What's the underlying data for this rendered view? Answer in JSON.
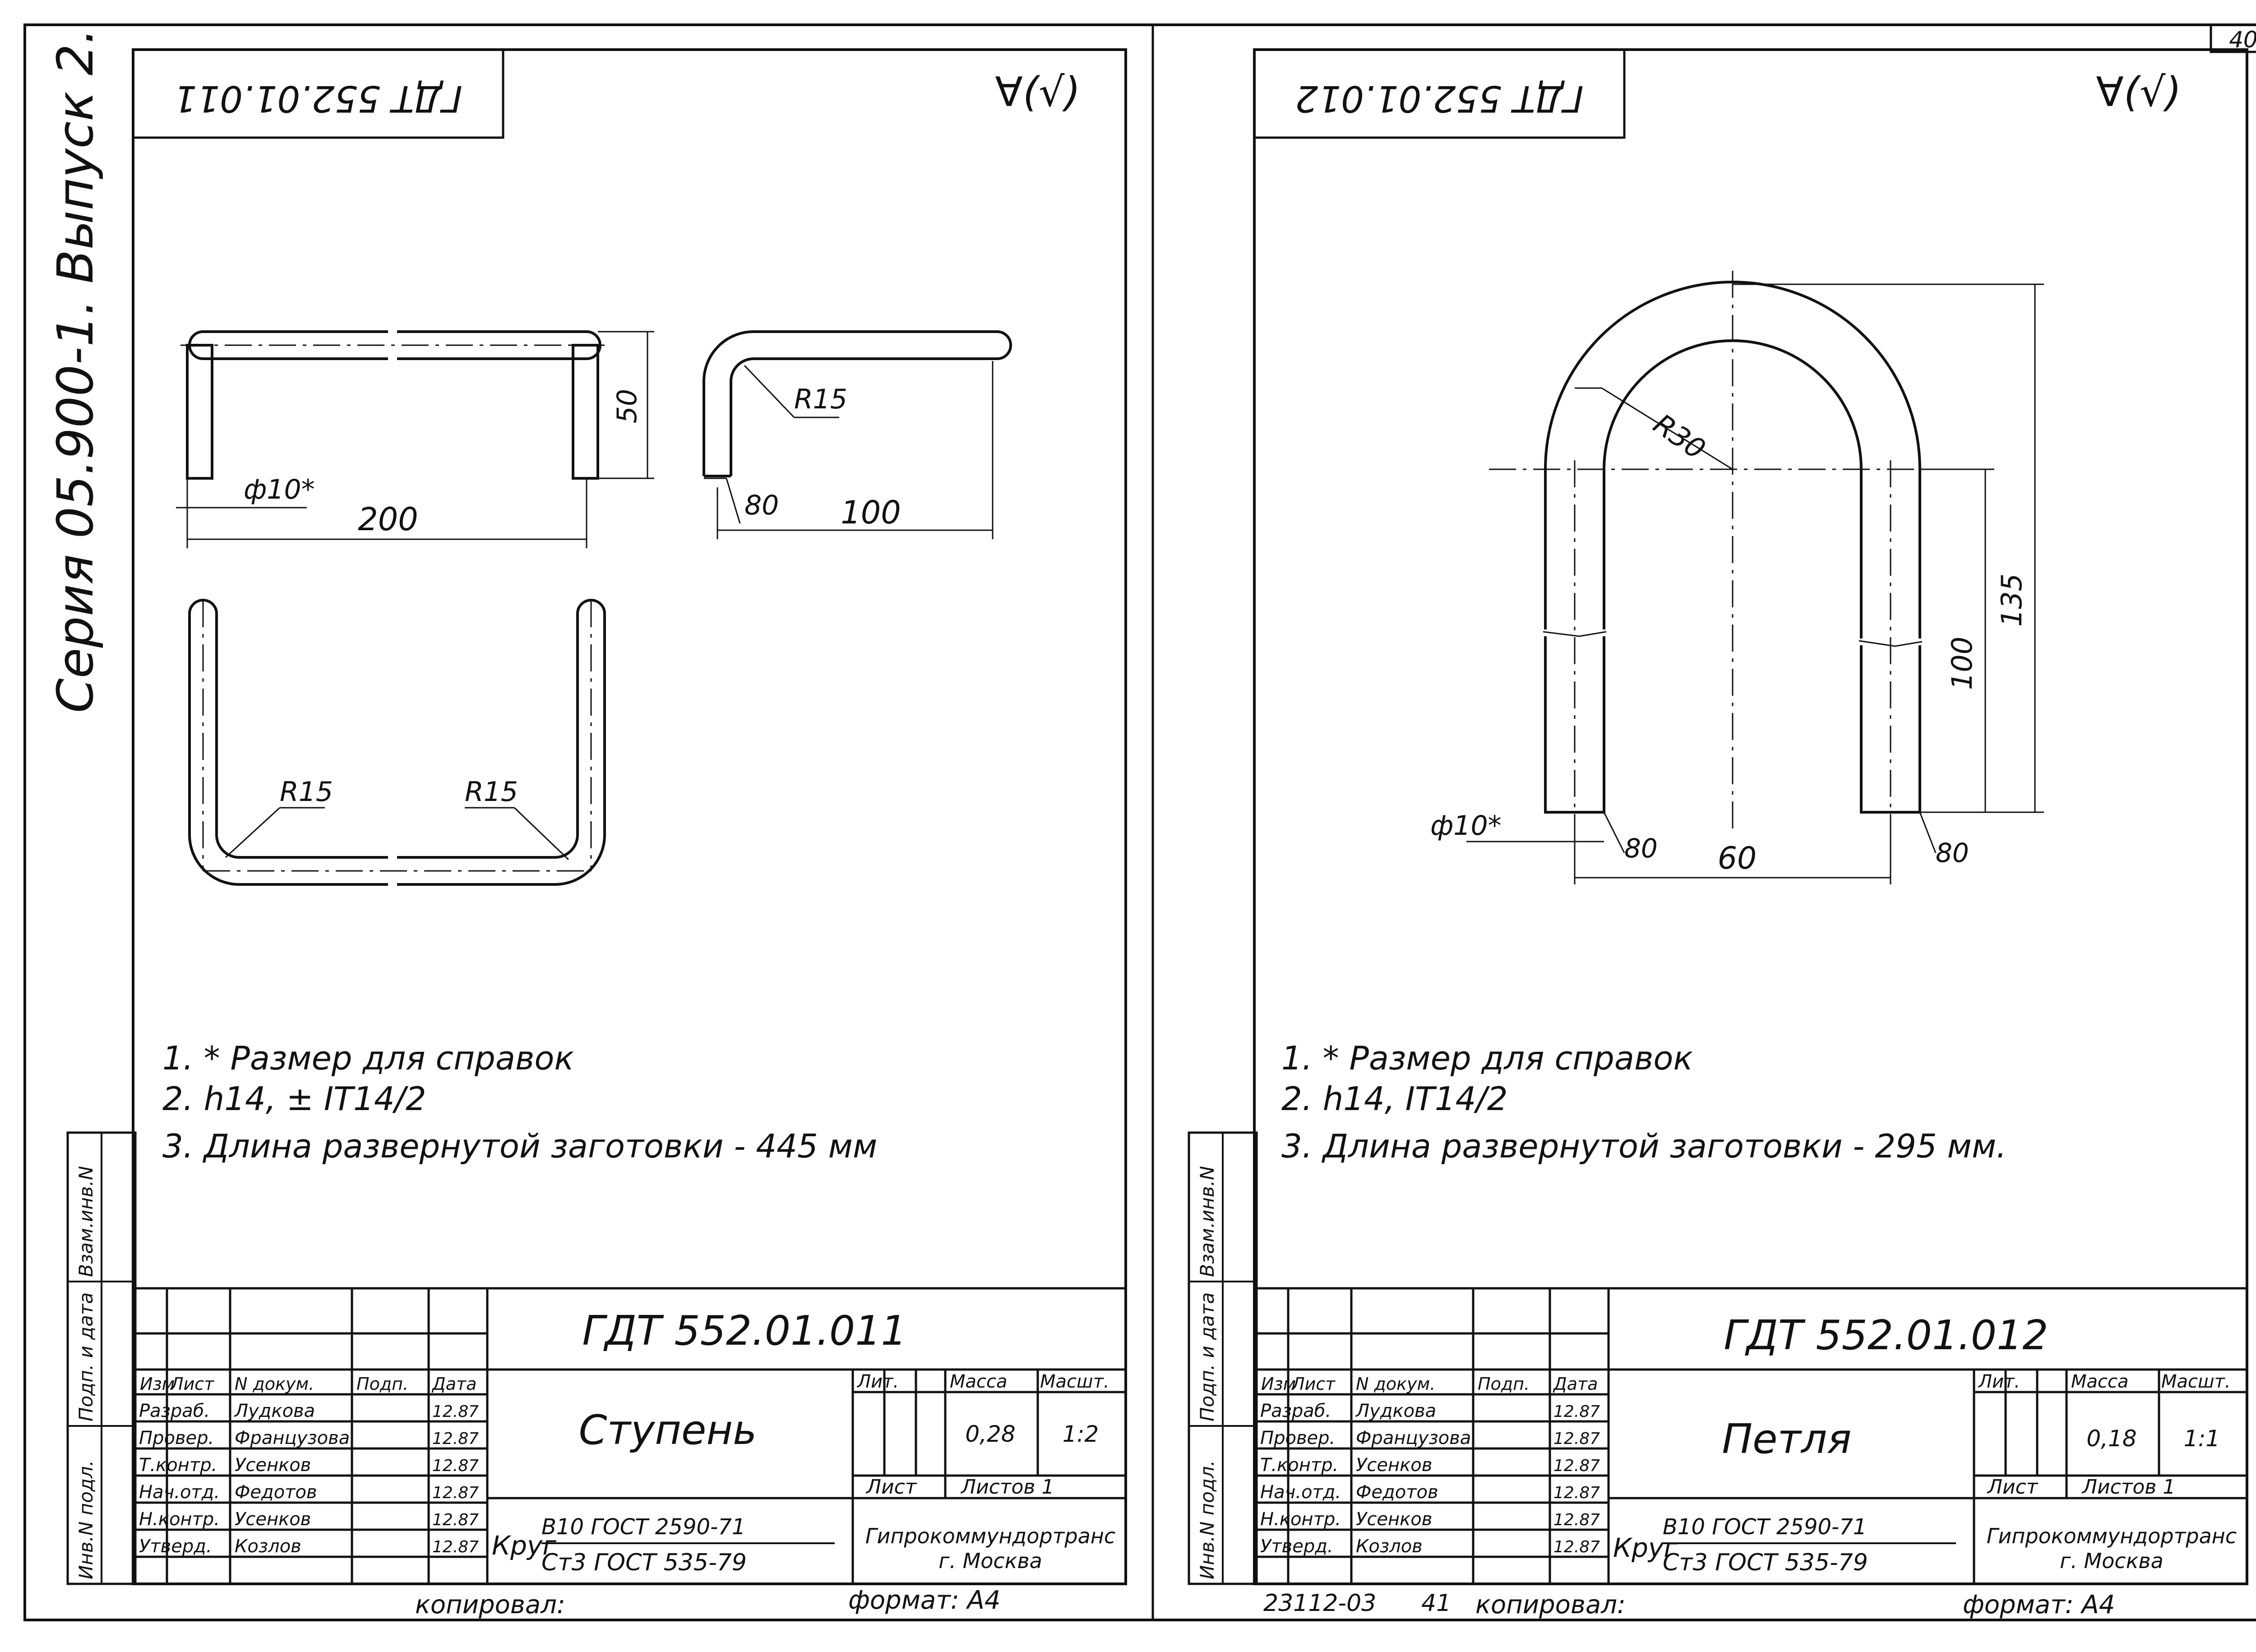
{
  "page_number": "40",
  "series_label": "Серия 05.900-1. Выпуск 2.",
  "copy_text": "копировал:",
  "format_text": "формат: A4",
  "bottom_code": "23112-03",
  "bottom_num": "41",
  "title_block_headers": {
    "izm": "Изм",
    "list": "Лист",
    "ndoc": "N докум.",
    "podp": "Подп.",
    "data": "Дата",
    "lit": "Лит.",
    "massa": "Масса",
    "masht": "Масшт.",
    "list2": "Лист",
    "listov": "Листов 1"
  },
  "roles": [
    "Разраб.",
    "Провер.",
    "Т.контр.",
    "Нач.отд.",
    "Н.контр.",
    "Утверд."
  ],
  "names": [
    "Лудкова",
    "Французова",
    "Усенков",
    "Федотов",
    "Усенков",
    "Козлов"
  ],
  "date_value": "12.87",
  "side_stamp": [
    "Инв.N подл.",
    "Подп. и дата",
    "Взам.инв.N"
  ],
  "org": [
    "Гипрокоммундортранс",
    "г. Москва"
  ],
  "material_prefix": "Круг",
  "sheet1": {
    "mirror_code": "ГДТ 552.01.011",
    "roughness": "∀(√)",
    "code": "ГДТ 552.01.011",
    "name": "Ступень",
    "mass": "0,28",
    "scale": "1:2",
    "material_top": "В10 ГОСТ 2590-71",
    "material_bottom": "Ст3 ГОСТ 535-79",
    "notes": [
      "1. * Размер для справок",
      "2. h14, ± IT14/2",
      "3. Длина развернутой заготовки - 445 мм"
    ],
    "dims": {
      "d50": "50",
      "d200": "200",
      "d100": "100",
      "phi": "ф10*",
      "r15a": "R15",
      "r15b": "R15",
      "r15c": "R15",
      "rough80": "80"
    }
  },
  "sheet2": {
    "mirror_code": "ГДТ 552.01.012",
    "roughness": "∀(√)",
    "code": "ГДТ 552.01.012",
    "name": "Петля",
    "mass": "0,18",
    "scale": "1:1",
    "material_top": "В10 ГОСТ 2590-71",
    "material_bottom": "Ст3 ГОСТ 535-79",
    "notes": [
      "1. * Размер для справок",
      "2. h14, IT14/2",
      "3. Длина развернутой заготовки - 295 мм."
    ],
    "dims": {
      "r30": "R30",
      "d135": "135",
      "d100": "100",
      "d60": "60",
      "phi": "ф10*",
      "rough80a": "80",
      "rough80b": "80"
    }
  }
}
